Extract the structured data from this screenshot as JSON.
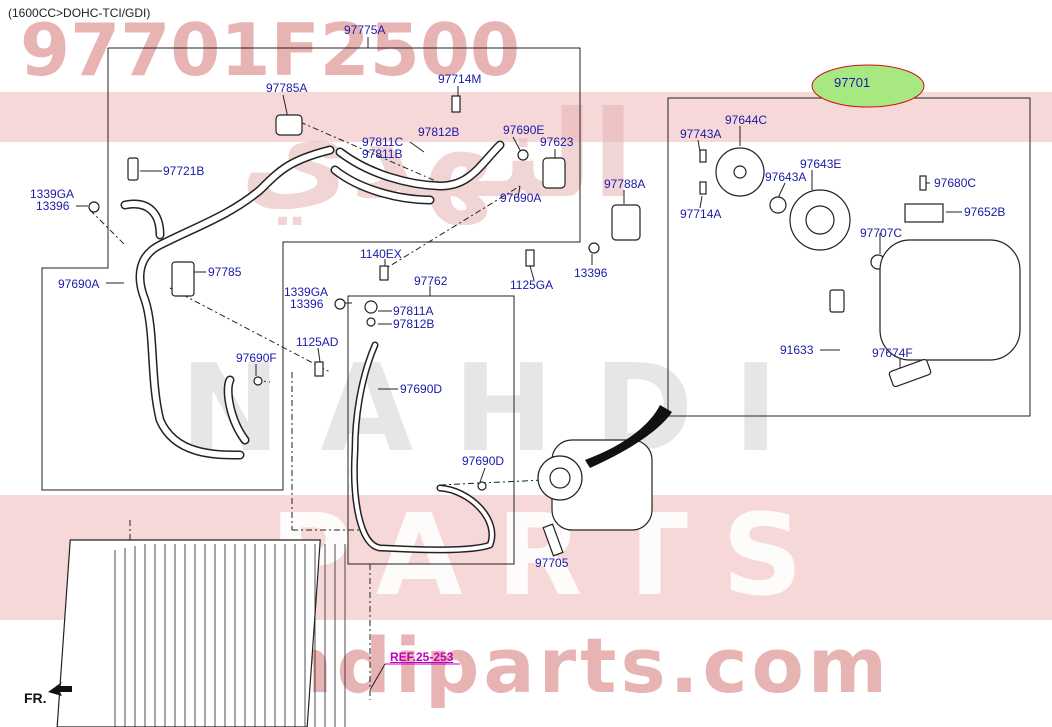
{
  "header": {
    "engine": "(1600CC>DOHC-TCI/GDI)"
  },
  "watermarks": {
    "part_number": "97701F2500",
    "arabic_brand": "النهدي",
    "brand": "NAHDI",
    "parts": "PARTS",
    "site": "nahdiparts.com"
  },
  "orientation": {
    "front_label": "FR."
  },
  "reference": {
    "label": "REF.25-253"
  },
  "callouts": [
    {
      "id": "97775A",
      "text": "97775A"
    },
    {
      "id": "97785A",
      "text": "97785A"
    },
    {
      "id": "97714M",
      "text": "97714M"
    },
    {
      "id": "97812B_top",
      "text": "97812B"
    },
    {
      "id": "97811C",
      "text": "97811C"
    },
    {
      "id": "97811B",
      "text": "97811B"
    },
    {
      "id": "97690E",
      "text": "97690E"
    },
    {
      "id": "97623",
      "text": "97623"
    },
    {
      "id": "97721B",
      "text": "97721B"
    },
    {
      "id": "1339GA_left",
      "text": "1339GA"
    },
    {
      "id": "13396_left",
      "text": "13396"
    },
    {
      "id": "97690A_top",
      "text": "97690A"
    },
    {
      "id": "97788A",
      "text": "97788A"
    },
    {
      "id": "1140EX",
      "text": "1140EX"
    },
    {
      "id": "97762",
      "text": "97762"
    },
    {
      "id": "1125GA",
      "text": "1125GA"
    },
    {
      "id": "13396_right",
      "text": "13396"
    },
    {
      "id": "97690A_left",
      "text": "97690A"
    },
    {
      "id": "97785",
      "text": "97785"
    },
    {
      "id": "1339GA_mid",
      "text": "1339GA"
    },
    {
      "id": "13396_mid",
      "text": "13396"
    },
    {
      "id": "97811A",
      "text": "97811A"
    },
    {
      "id": "97812B_mid",
      "text": "97812B"
    },
    {
      "id": "1125AD",
      "text": "1125AD"
    },
    {
      "id": "97690F",
      "text": "97690F"
    },
    {
      "id": "97690D",
      "text": "97690D"
    },
    {
      "id": "97690D_low",
      "text": "97690D"
    },
    {
      "id": "97705",
      "text": "97705"
    },
    {
      "id": "97701",
      "text": "97701"
    },
    {
      "id": "97644C",
      "text": "97644C"
    },
    {
      "id": "97743A",
      "text": "97743A"
    },
    {
      "id": "97643E",
      "text": "97643E"
    },
    {
      "id": "97643A",
      "text": "97643A"
    },
    {
      "id": "97680C",
      "text": "97680C"
    },
    {
      "id": "97714A",
      "text": "97714A"
    },
    {
      "id": "97652B",
      "text": "97652B"
    },
    {
      "id": "97707C",
      "text": "97707C"
    },
    {
      "id": "91633",
      "text": "91633"
    },
    {
      "id": "97674F",
      "text": "97674F"
    }
  ],
  "colors": {
    "callout_text": "#1a1aa8",
    "line": "#222222",
    "highlight_fill": "#a8e880",
    "highlight_stroke": "#d01010",
    "reference_text": "#c000c0",
    "watermark": "#e7b3b3",
    "band": "#f7d8d8"
  }
}
